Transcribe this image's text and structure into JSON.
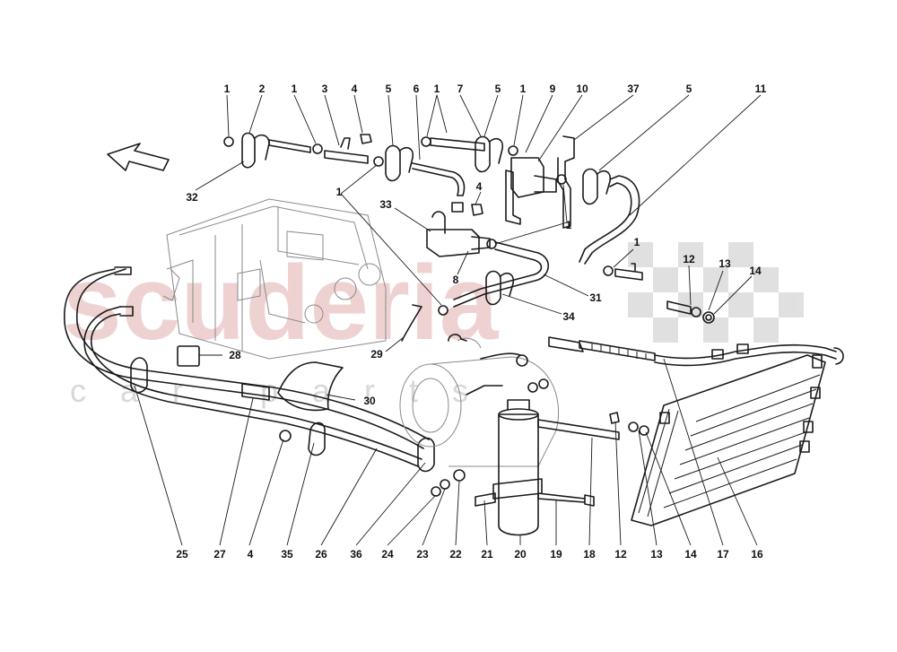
{
  "watermark": {
    "brand": "scuderia",
    "subtitle": "car parts"
  },
  "callouts": [
    {
      "id": "top-1a",
      "label": "1"
    },
    {
      "id": "top-2",
      "label": "2"
    },
    {
      "id": "top-1b",
      "label": "1"
    },
    {
      "id": "top-3",
      "label": "3"
    },
    {
      "id": "top-4",
      "label": "4"
    },
    {
      "id": "top-5a",
      "label": "5"
    },
    {
      "id": "top-6",
      "label": "6"
    },
    {
      "id": "top-1c",
      "label": "1"
    },
    {
      "id": "top-7",
      "label": "7"
    },
    {
      "id": "top-5b",
      "label": "5"
    },
    {
      "id": "top-1d",
      "label": "1"
    },
    {
      "id": "top-9",
      "label": "9"
    },
    {
      "id": "top-10",
      "label": "10"
    },
    {
      "id": "top-37",
      "label": "37"
    },
    {
      "id": "top-5c",
      "label": "5"
    },
    {
      "id": "top-11",
      "label": "11"
    },
    {
      "id": "mid-32",
      "label": "32"
    },
    {
      "id": "mid-1e",
      "label": "1"
    },
    {
      "id": "mid-33",
      "label": "33"
    },
    {
      "id": "mid-4",
      "label": "4"
    },
    {
      "id": "mid-1f",
      "label": "1"
    },
    {
      "id": "mid-1g",
      "label": "1"
    },
    {
      "id": "mid-12",
      "label": "12"
    },
    {
      "id": "mid-13",
      "label": "13"
    },
    {
      "id": "mid-14",
      "label": "14"
    },
    {
      "id": "mid-8",
      "label": "8"
    },
    {
      "id": "mid-31",
      "label": "31"
    },
    {
      "id": "mid-34",
      "label": "34"
    },
    {
      "id": "mid-28",
      "label": "28"
    },
    {
      "id": "mid-29",
      "label": "29"
    },
    {
      "id": "mid-30",
      "label": "30"
    },
    {
      "id": "bot-25",
      "label": "25"
    },
    {
      "id": "bot-27",
      "label": "27"
    },
    {
      "id": "bot-4",
      "label": "4"
    },
    {
      "id": "bot-35",
      "label": "35"
    },
    {
      "id": "bot-26",
      "label": "26"
    },
    {
      "id": "bot-36",
      "label": "36"
    },
    {
      "id": "bot-24",
      "label": "24"
    },
    {
      "id": "bot-23",
      "label": "23"
    },
    {
      "id": "bot-22",
      "label": "22"
    },
    {
      "id": "bot-21",
      "label": "21"
    },
    {
      "id": "bot-20",
      "label": "20"
    },
    {
      "id": "bot-19",
      "label": "19"
    },
    {
      "id": "bot-18",
      "label": "18"
    },
    {
      "id": "bot-12",
      "label": "12"
    },
    {
      "id": "bot-13",
      "label": "13"
    },
    {
      "id": "bot-14",
      "label": "14"
    },
    {
      "id": "bot-17",
      "label": "17"
    },
    {
      "id": "bot-16",
      "label": "16"
    }
  ]
}
